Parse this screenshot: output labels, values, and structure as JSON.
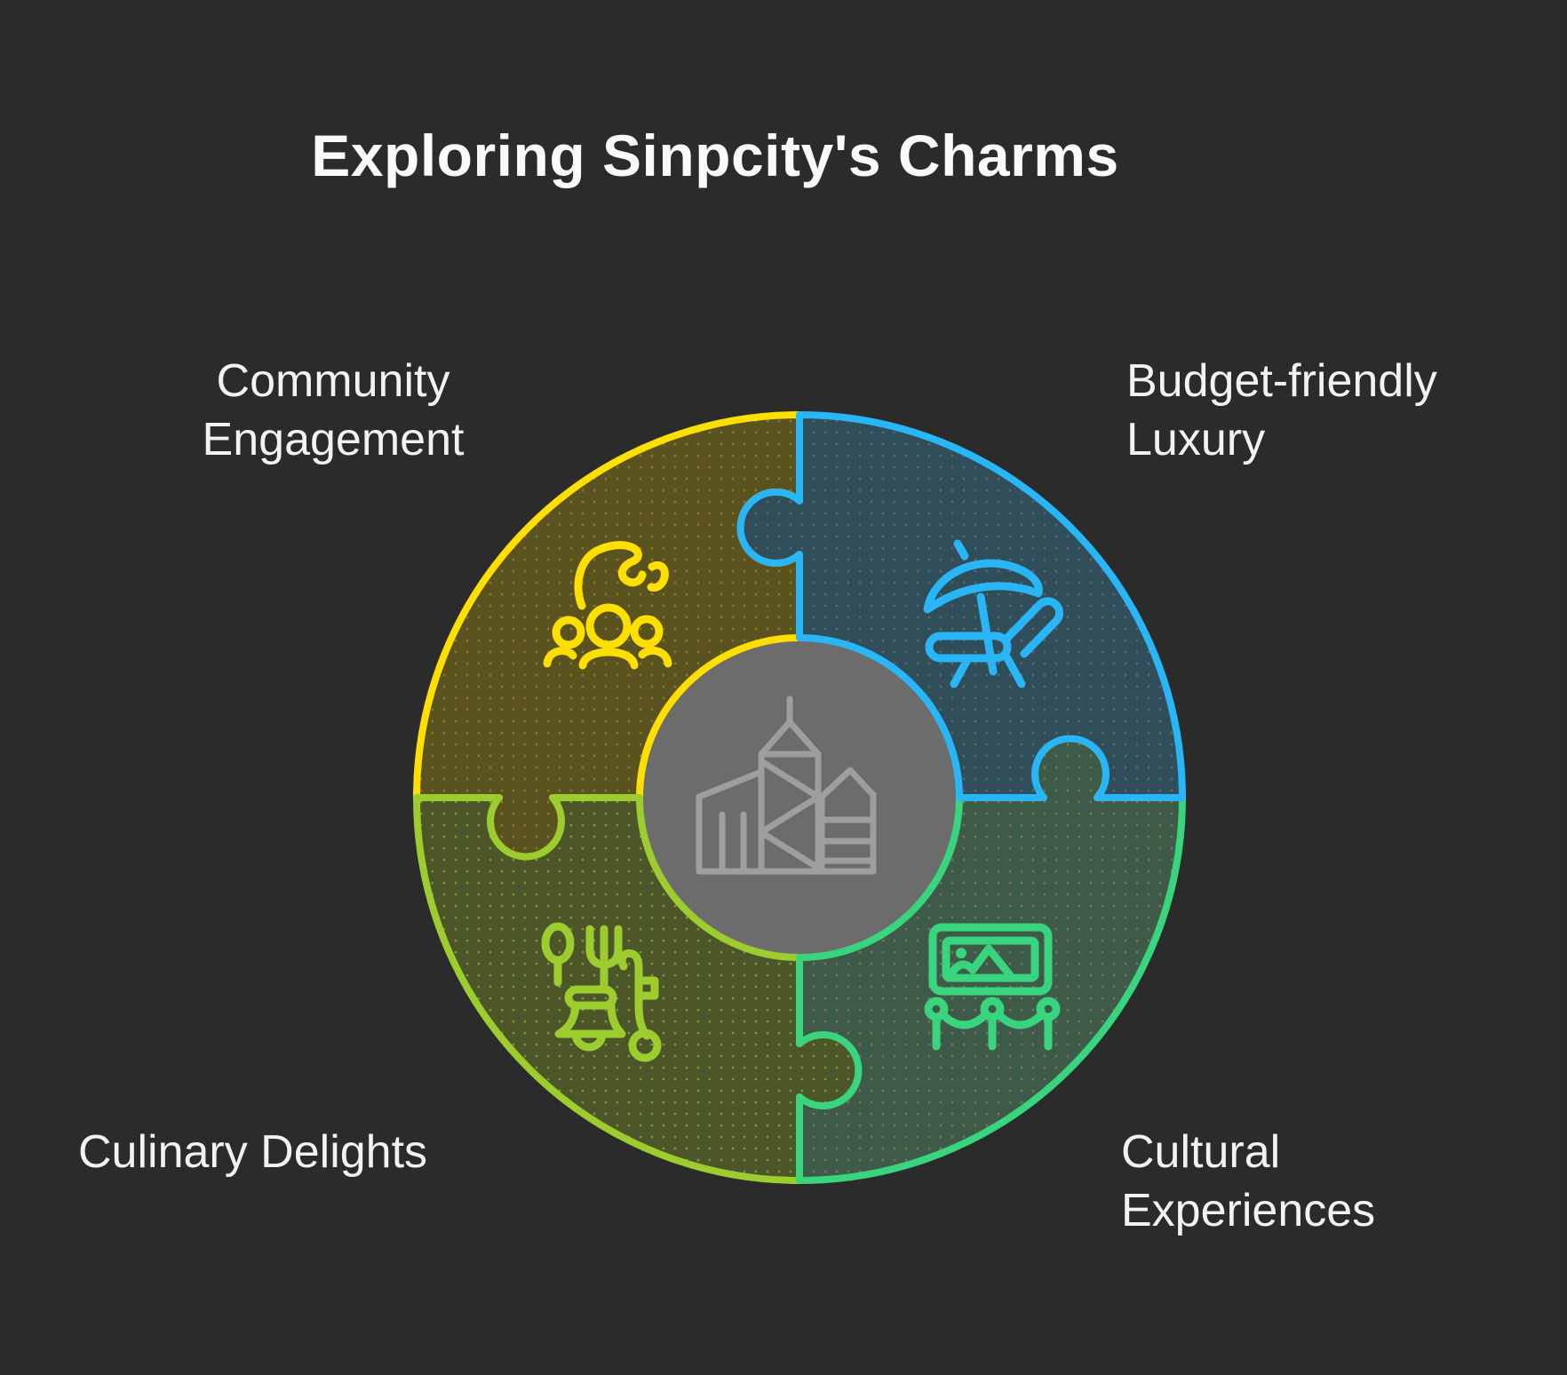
{
  "title": "Exploring Sinpcity's Charms",
  "diagram": {
    "background_color": "#2B2B2B",
    "text_color": "#F2F2F2",
    "center": {
      "icon": "city-skyline-icon",
      "circle_color": "#6C6C6C",
      "icon_color": "#9E9E9E"
    },
    "pieces": [
      {
        "position": "top-left",
        "label_line1": "Community",
        "label_line2": "Engagement",
        "icon": "community-people-icon",
        "stroke": "#FFDF00",
        "fill": "#5A5320",
        "dot": "#877C26"
      },
      {
        "position": "top-right",
        "label_line1": "Budget-friendly",
        "label_line2": "Luxury",
        "icon": "beach-lounger-icon",
        "stroke": "#29B6F6",
        "fill": "#2F4E5A",
        "dot": "#5E6470"
      },
      {
        "position": "bottom-left",
        "label_line1": "Culinary Delights",
        "label_line2": "",
        "icon": "food-scooter-icon",
        "stroke": "#9CCC2D",
        "fill": "#4D5629",
        "dot": "#7C9733"
      },
      {
        "position": "bottom-right",
        "label_line1": "Cultural",
        "label_line2": "Experiences",
        "icon": "museum-picture-icon",
        "stroke": "#38D57E",
        "fill": "#3E5B49",
        "dot": "#7E6F68"
      }
    ]
  }
}
